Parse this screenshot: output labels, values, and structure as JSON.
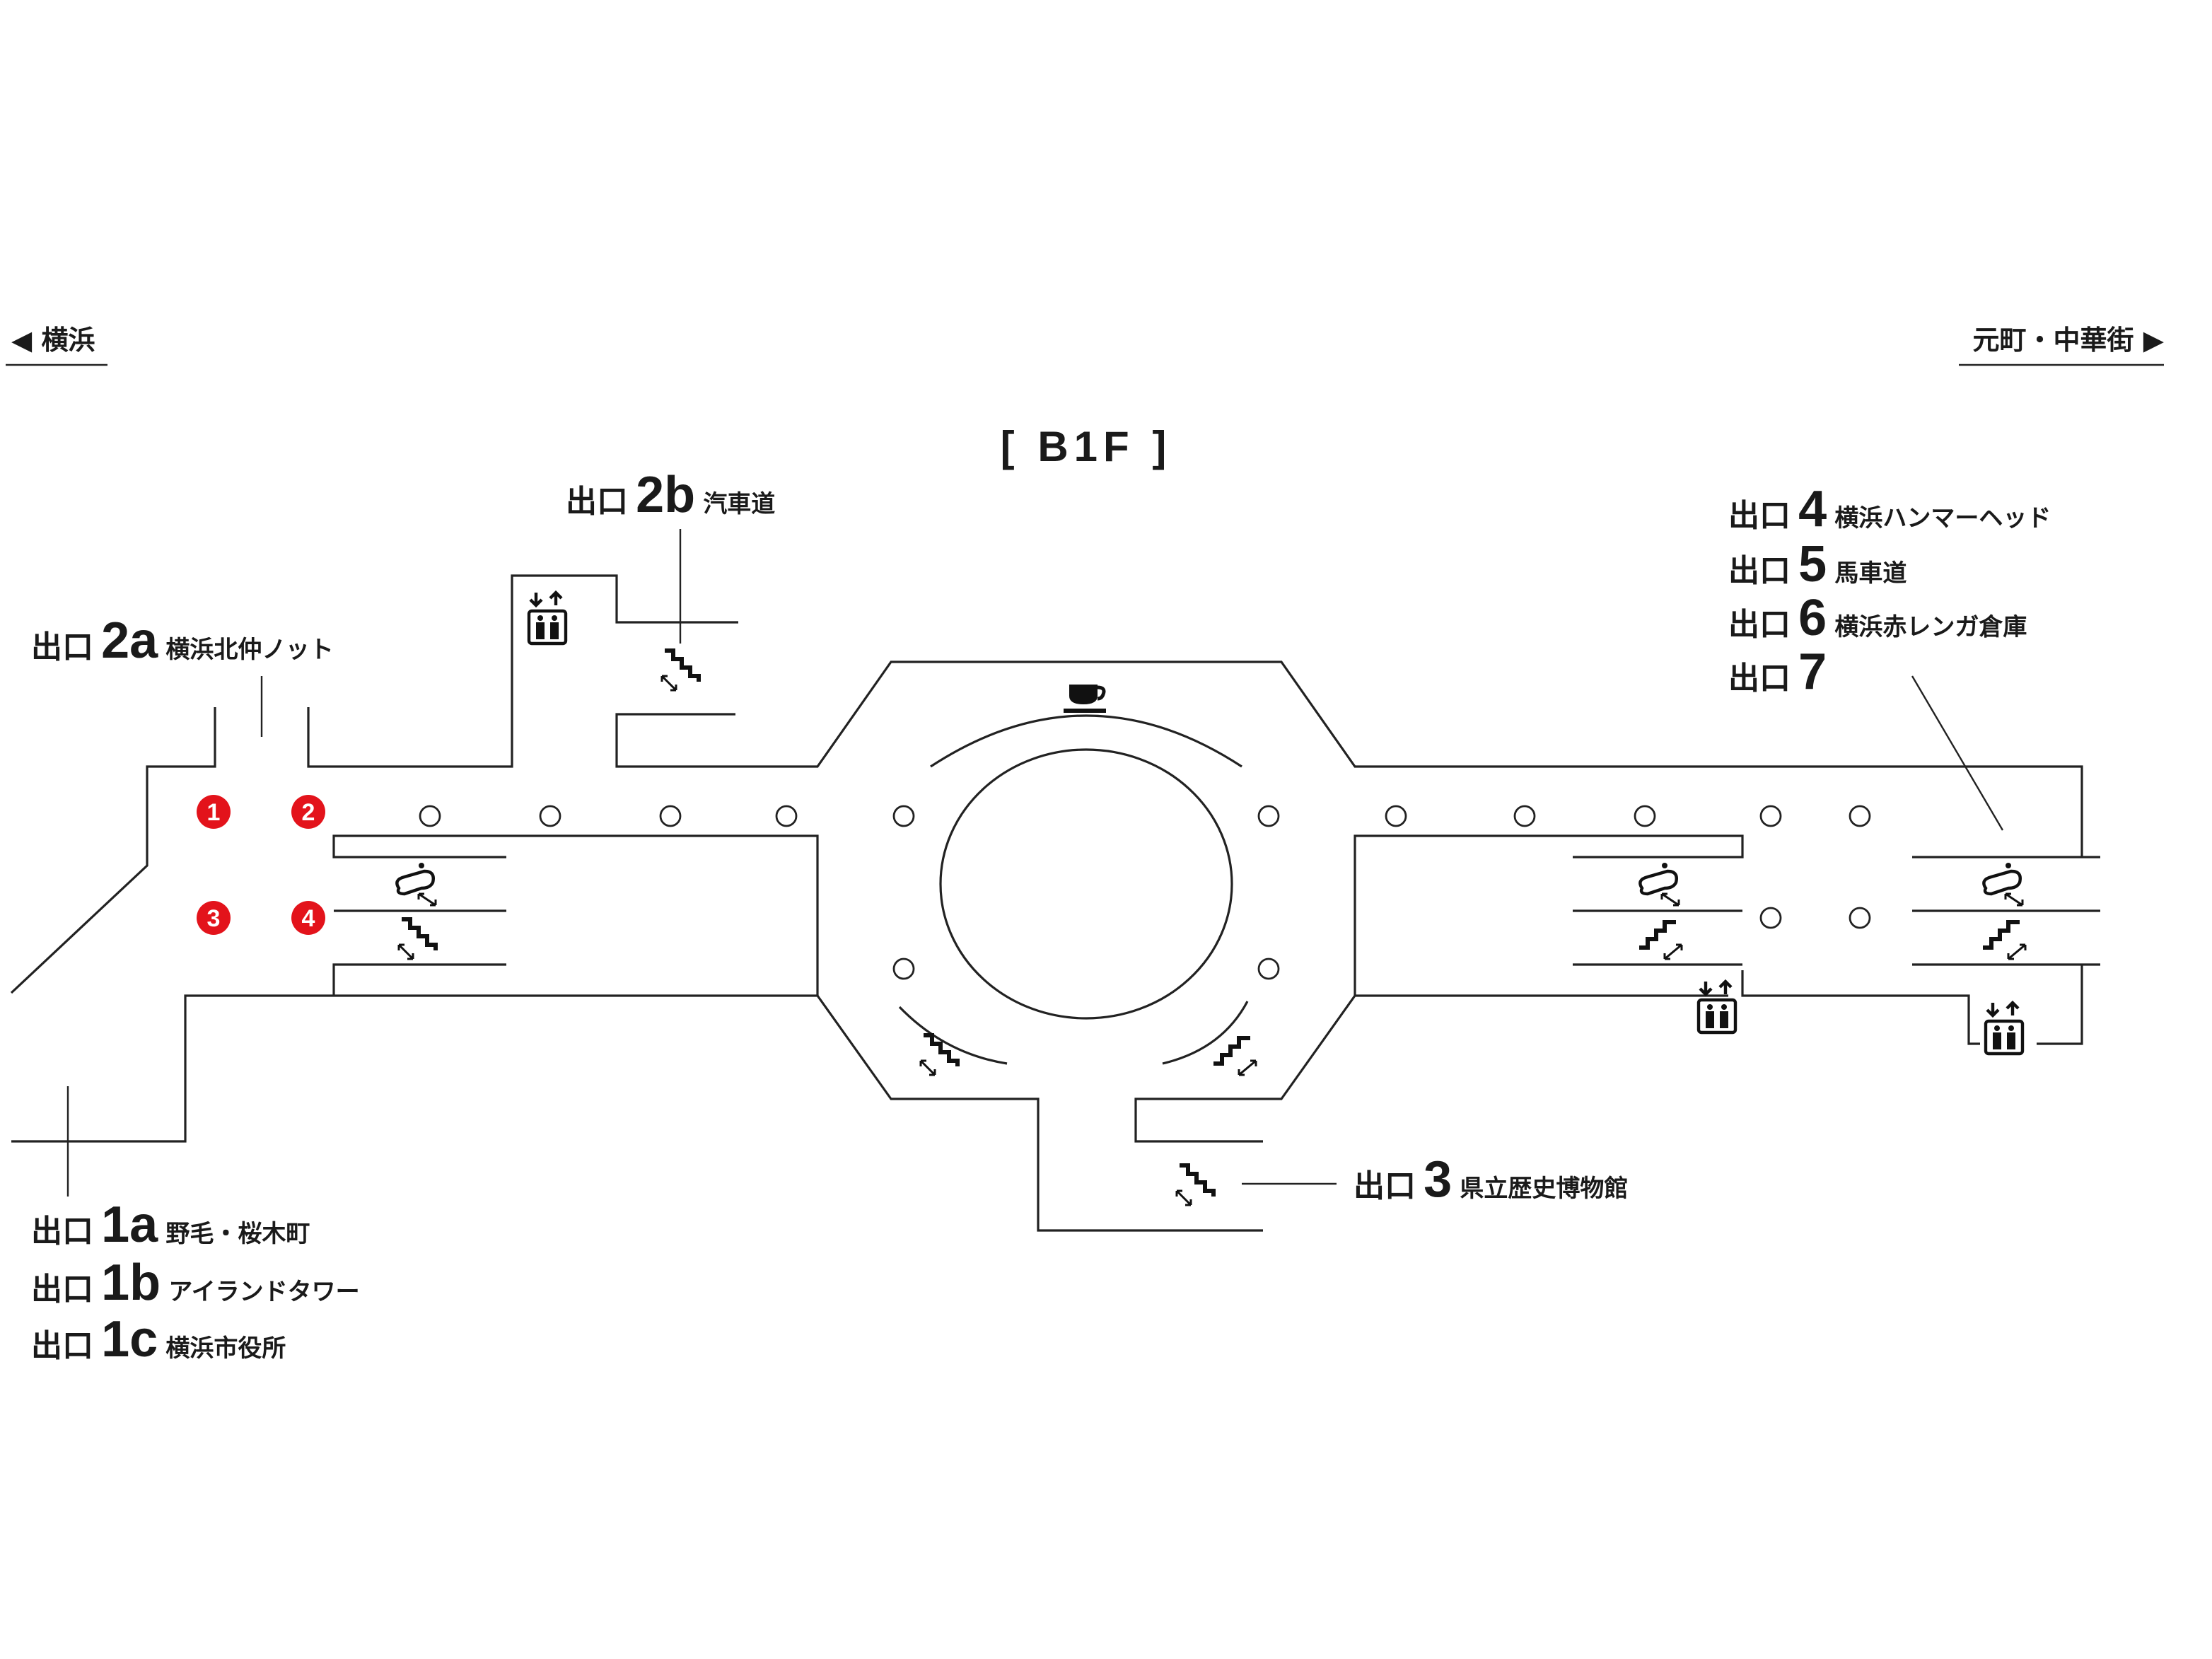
{
  "floor_label": "[ B1F ]",
  "nav": {
    "left": {
      "arrow": "◀",
      "label": "横浜"
    },
    "right": {
      "label": "元町・中華街",
      "arrow": "▶"
    }
  },
  "exits": {
    "e2a": {
      "word": "出口",
      "num": "2a",
      "dest": "横浜北仲ノット"
    },
    "e2b": {
      "word": "出口",
      "num": "2b",
      "dest": "汽車道"
    },
    "e4": {
      "word": "出口",
      "num": "4",
      "dest": "横浜ハンマーヘッド"
    },
    "e5": {
      "word": "出口",
      "num": "5",
      "dest": "馬車道"
    },
    "e6": {
      "word": "出口",
      "num": "6",
      "dest": "横浜赤レンガ倉庫"
    },
    "e7": {
      "word": "出口",
      "num": "7",
      "dest": ""
    },
    "e3": {
      "word": "出口",
      "num": "3",
      "dest": "県立歴史博物館"
    },
    "e1a": {
      "word": "出口",
      "num": "1a",
      "dest": "野毛・桜木町"
    },
    "e1b": {
      "word": "出口",
      "num": "1b",
      "dest": "アイランドタワー"
    },
    "e1c": {
      "word": "出口",
      "num": "1c",
      "dest": "横浜市役所"
    }
  },
  "gates": [
    "1",
    "2",
    "3",
    "4"
  ],
  "colors": {
    "gate_red": "#e3131b",
    "line": "#222222"
  },
  "icons": [
    "stairs-icon",
    "escalator-icon",
    "elevator-icon",
    "cafe-icon"
  ]
}
